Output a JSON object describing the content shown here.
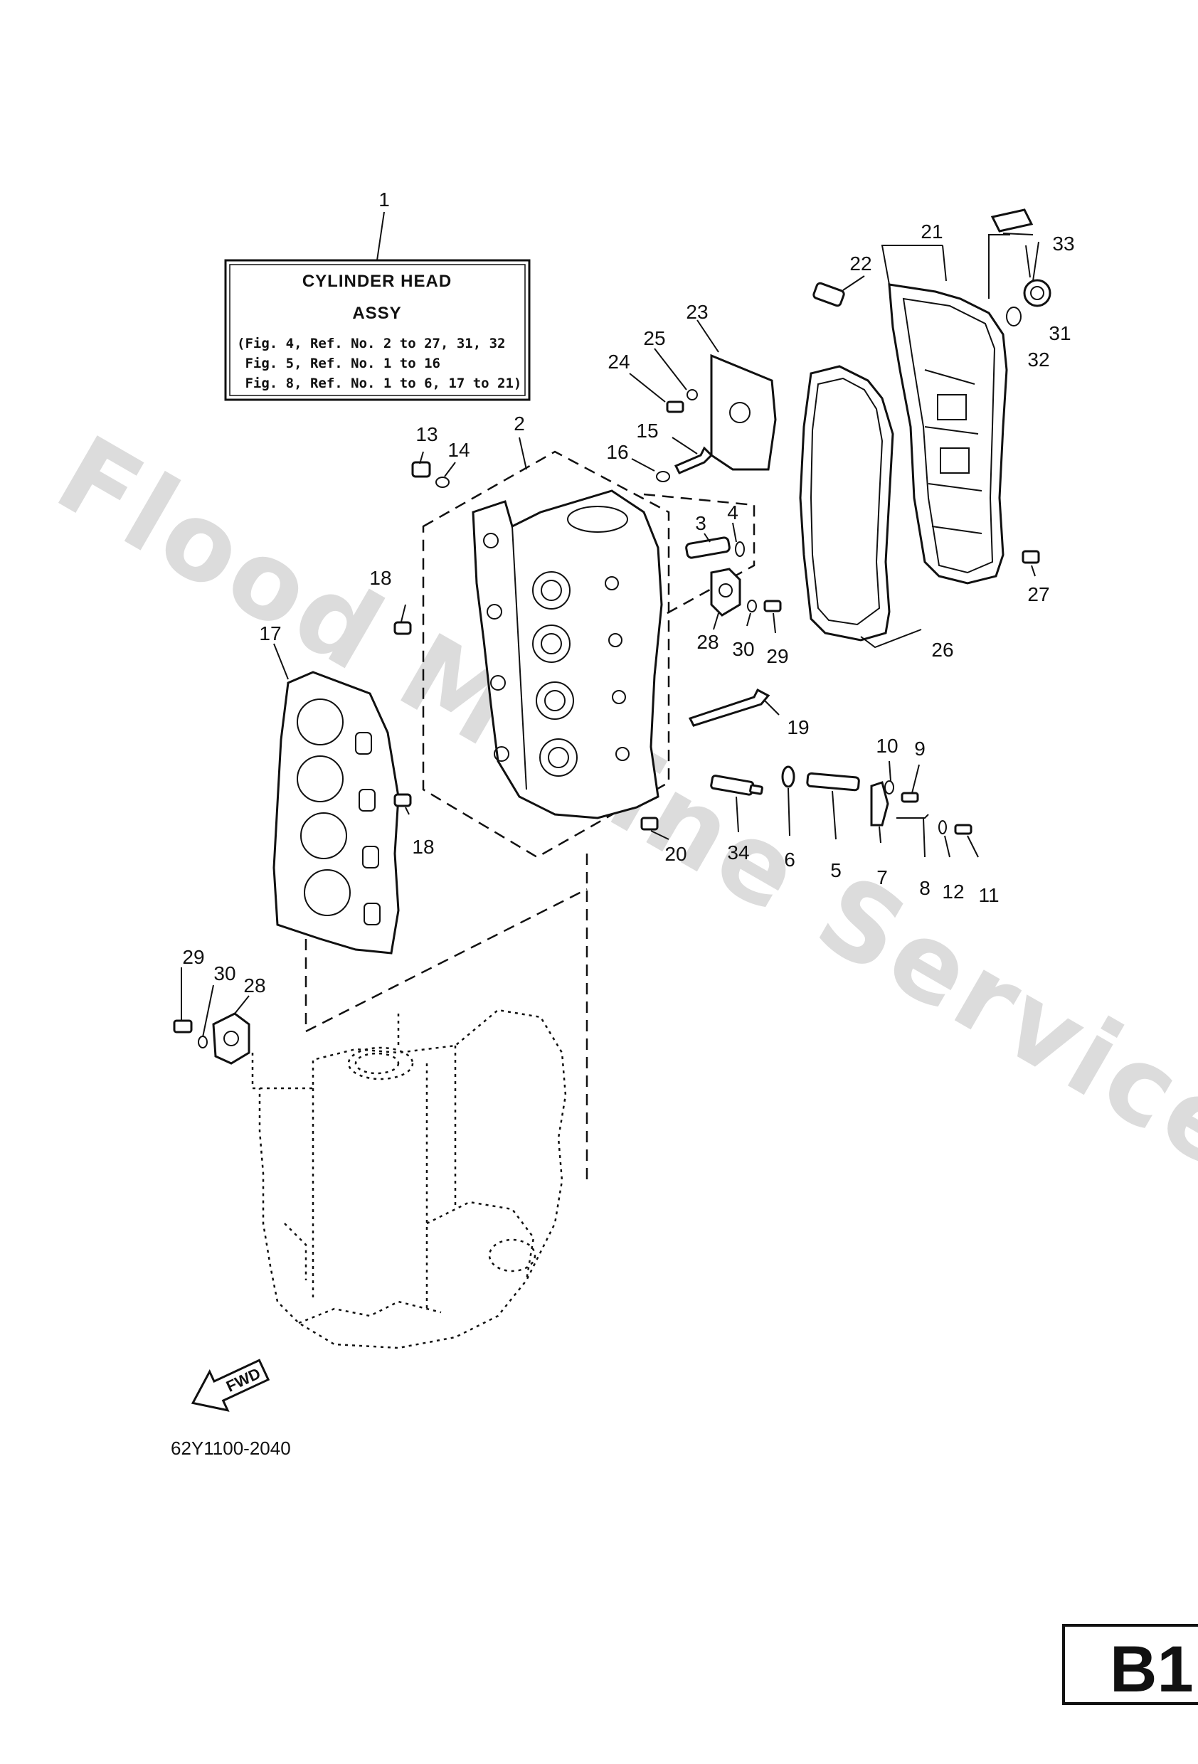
{
  "watermark": "Flood Marine Services",
  "kit_box": {
    "title": "CYLINDER HEAD",
    "subtitle": "ASSY",
    "lines": [
      "(Fig. 4, Ref. No. 2 to 27, 31, 32",
      " Fig. 5, Ref. No. 1 to 16",
      " Fig. 8, Ref. No. 1 to 6, 17 to 21)"
    ]
  },
  "callouts": {
    "c1": "1",
    "c2": "2",
    "c3": "3",
    "c4": "4",
    "c5": "5",
    "c6": "6",
    "c7": "7",
    "c8": "8",
    "c9": "9",
    "c10": "10",
    "c11": "11",
    "c12": "12",
    "c13": "13",
    "c14": "14",
    "c15": "15",
    "c16": "16",
    "c17": "17",
    "c18a": "18",
    "c18b": "18",
    "c19": "19",
    "c20": "20",
    "c21": "21",
    "c22": "22",
    "c23": "23",
    "c24": "24",
    "c25": "25",
    "c26": "26",
    "c27": "27",
    "c28a": "28",
    "c28b": "28",
    "c29a": "29",
    "c29b": "29",
    "c30a": "30",
    "c30b": "30",
    "c31": "31",
    "c32": "32",
    "c33": "33",
    "c34": "34"
  },
  "fwd_arrow_label": "FWD",
  "diagram_code": "62Y1100-2040",
  "page_mark": "B1"
}
